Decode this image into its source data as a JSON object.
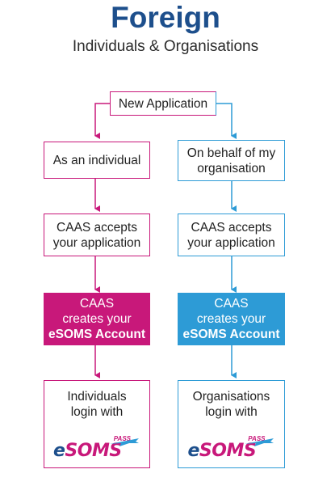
{
  "header": {
    "title": "Foreign",
    "subtitle": "Individuals & Organisations"
  },
  "start": {
    "label": "New Application"
  },
  "individual": {
    "step1": "As an individual",
    "step2_line1": "CAAS accepts",
    "step2_line2": "your application",
    "step3_line1": "CAAS",
    "step3_line2": "creates your",
    "step3_line3": "eSOMS Account",
    "step4_line1": "Individuals",
    "step4_line2": "login with"
  },
  "organisation": {
    "step1_line1": "On behalf of my",
    "step1_line2": "organisation",
    "step2_line1": "CAAS accepts",
    "step2_line2": "your application",
    "step3_line1": "CAAS",
    "step3_line2": "creates your",
    "step3_line3": "eSOMS Account",
    "step4_line1": "Organisations",
    "step4_line2": "login with"
  },
  "logo": {
    "word": "SOMS",
    "prefix": "e",
    "tag": "PASS"
  },
  "colors": {
    "pink": "#c8187a",
    "blue": "#2d9bd6",
    "navy": "#1d4f8c"
  }
}
